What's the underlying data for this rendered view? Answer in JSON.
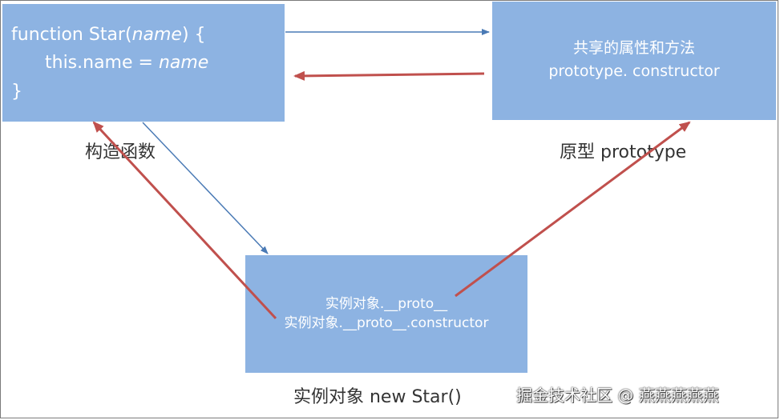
{
  "constructor_box": {
    "code_line1_a": "function Star(",
    "code_line1_param": "name",
    "code_line1_b": ") {",
    "code_line2_a": "this.name = ",
    "code_line2_param": "name",
    "code_line3": "}"
  },
  "prototype_box": {
    "line1": "共享的属性和方法",
    "line2": "prototype. constructor"
  },
  "instance_box": {
    "line1": "实例对象.__proto__",
    "line2": "实例对象.__proto__.constructor"
  },
  "captions": {
    "constructor": "构造函数",
    "prototype": "原型 prototype",
    "instance": "实例对象 new Star()"
  },
  "watermark": "掘金技术社区 @ 燕燕燕燕燕",
  "colors": {
    "box_fill": "#8db3e2",
    "blue_arrow": "#4a7ab5",
    "red_arrow": "#c0504d",
    "caption_text": "#333333"
  }
}
